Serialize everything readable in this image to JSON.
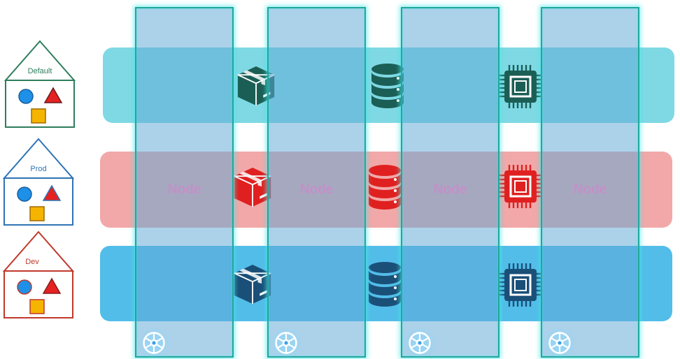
{
  "namespaces": [
    {
      "label": "Default",
      "color": "#2e7d5b"
    },
    {
      "label": "Prod",
      "color": "#2f73b5"
    },
    {
      "label": "Dev",
      "color": "#c0392b"
    }
  ],
  "nodes": [
    {
      "label": "Node"
    },
    {
      "label": "Node"
    },
    {
      "label": "Node"
    },
    {
      "label": "Node"
    }
  ],
  "icons": {
    "pod": "box-icon",
    "storage": "database-icon",
    "compute": "cpu-chip-icon",
    "kubernetes": "kubernetes-helm-icon"
  },
  "colors": {
    "default_band": "#7fd9e4",
    "prod_band": "#f2a8a8",
    "dev_band": "#52bde9",
    "default_icon": "#1b5e55",
    "prod_icon": "#e02020",
    "dev_icon": "#1a4f78",
    "node_label": "#c58fc8"
  }
}
